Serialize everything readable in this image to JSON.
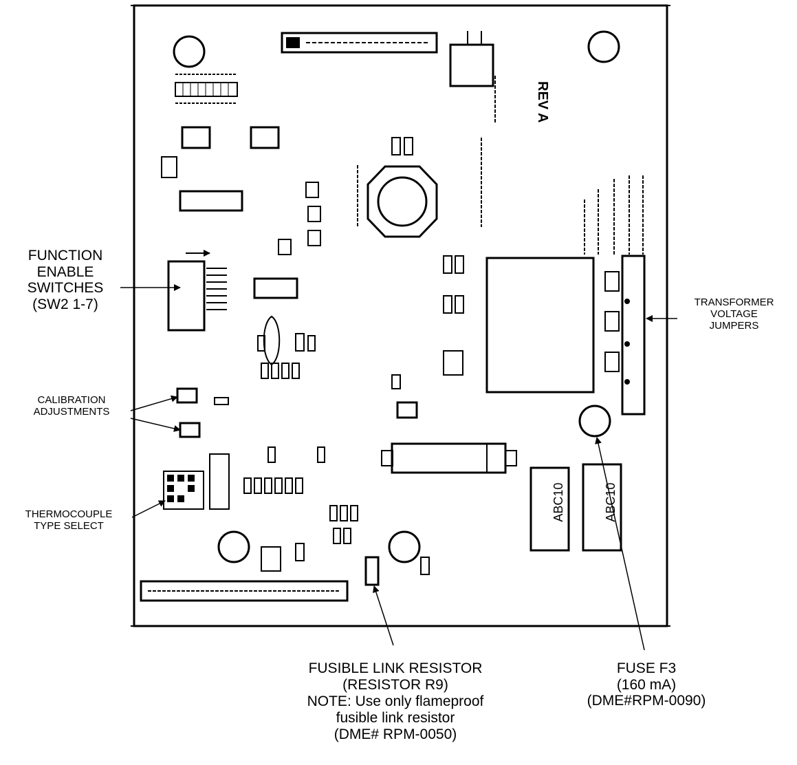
{
  "callouts": {
    "function_enable": [
      "FUNCTION",
      "ENABLE",
      "SWITCHES",
      "(SW2 1-7)"
    ],
    "transformer": [
      "TRANSFORMER",
      "VOLTAGE",
      "JUMPERS"
    ],
    "calibration": [
      "CALIBRATION",
      "ADJUSTMENTS"
    ],
    "thermocouple": [
      "THERMOCOUPLE",
      "TYPE SELECT"
    ],
    "fusible_link": [
      "FUSIBLE LINK RESISTOR",
      "(RESISTOR R9)",
      "NOTE: Use only flameproof",
      "fusible link resistor",
      "(DME# RPM-0050)"
    ],
    "fuse": [
      "FUSE F3",
      "(160 mA)",
      "(DME#RPM-0090)"
    ]
  },
  "board": {
    "rev": "REV A",
    "ic_labels": [
      "ABC10",
      "ABC10"
    ]
  }
}
